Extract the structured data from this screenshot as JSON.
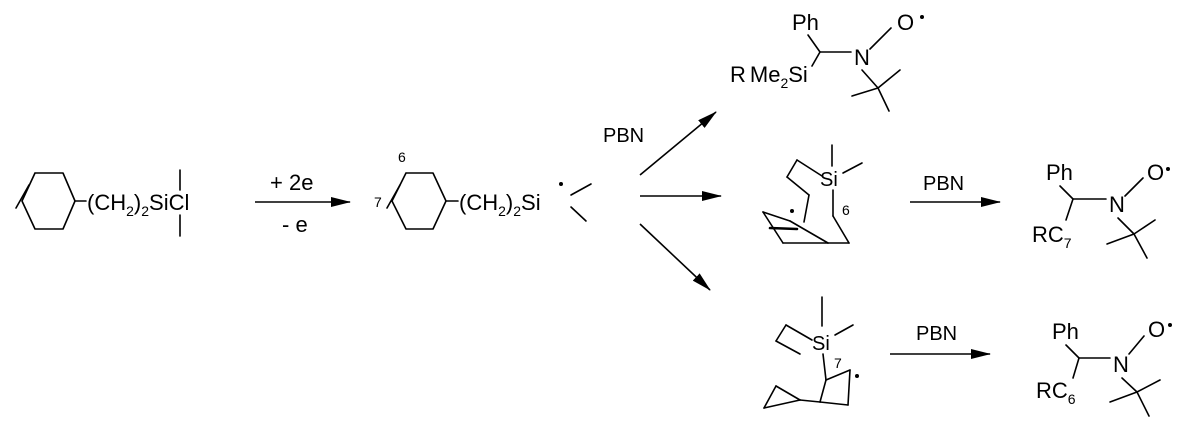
{
  "reactant": {
    "substituent": "(CH",
    "sub2": "2",
    "sub_close": ")",
    "sub2b": "2",
    "silyl": "SiCl"
  },
  "step1": {
    "above": "+ 2e",
    "below": "- e"
  },
  "radical": {
    "pos6": "6",
    "pos7": "7",
    "substituent": "(CH",
    "sub2": "2",
    "sub_close": ")",
    "sub2b": "2",
    "silyl": "Si"
  },
  "pbn_branch_label": "PBN",
  "top_product": {
    "ph": "Ph",
    "n": "N",
    "o": "O",
    "r": "R",
    "me": "Me",
    "me2": "2",
    "si": "Si"
  },
  "middle_intermediate": {
    "si": "Si",
    "pos": "6"
  },
  "middle_arrow_label": "PBN",
  "middle_product": {
    "ph": "Ph",
    "n": "N",
    "o": "O",
    "rc": "RC",
    "sub": "7"
  },
  "bottom_intermediate": {
    "si": "Si",
    "pos": "7"
  },
  "bottom_arrow_label": "PBN",
  "bottom_product": {
    "ph": "Ph",
    "n": "N",
    "o": "O",
    "rc": "RC",
    "sub": "6"
  },
  "colors": {
    "ink": "#000000",
    "background": "#ffffff"
  }
}
